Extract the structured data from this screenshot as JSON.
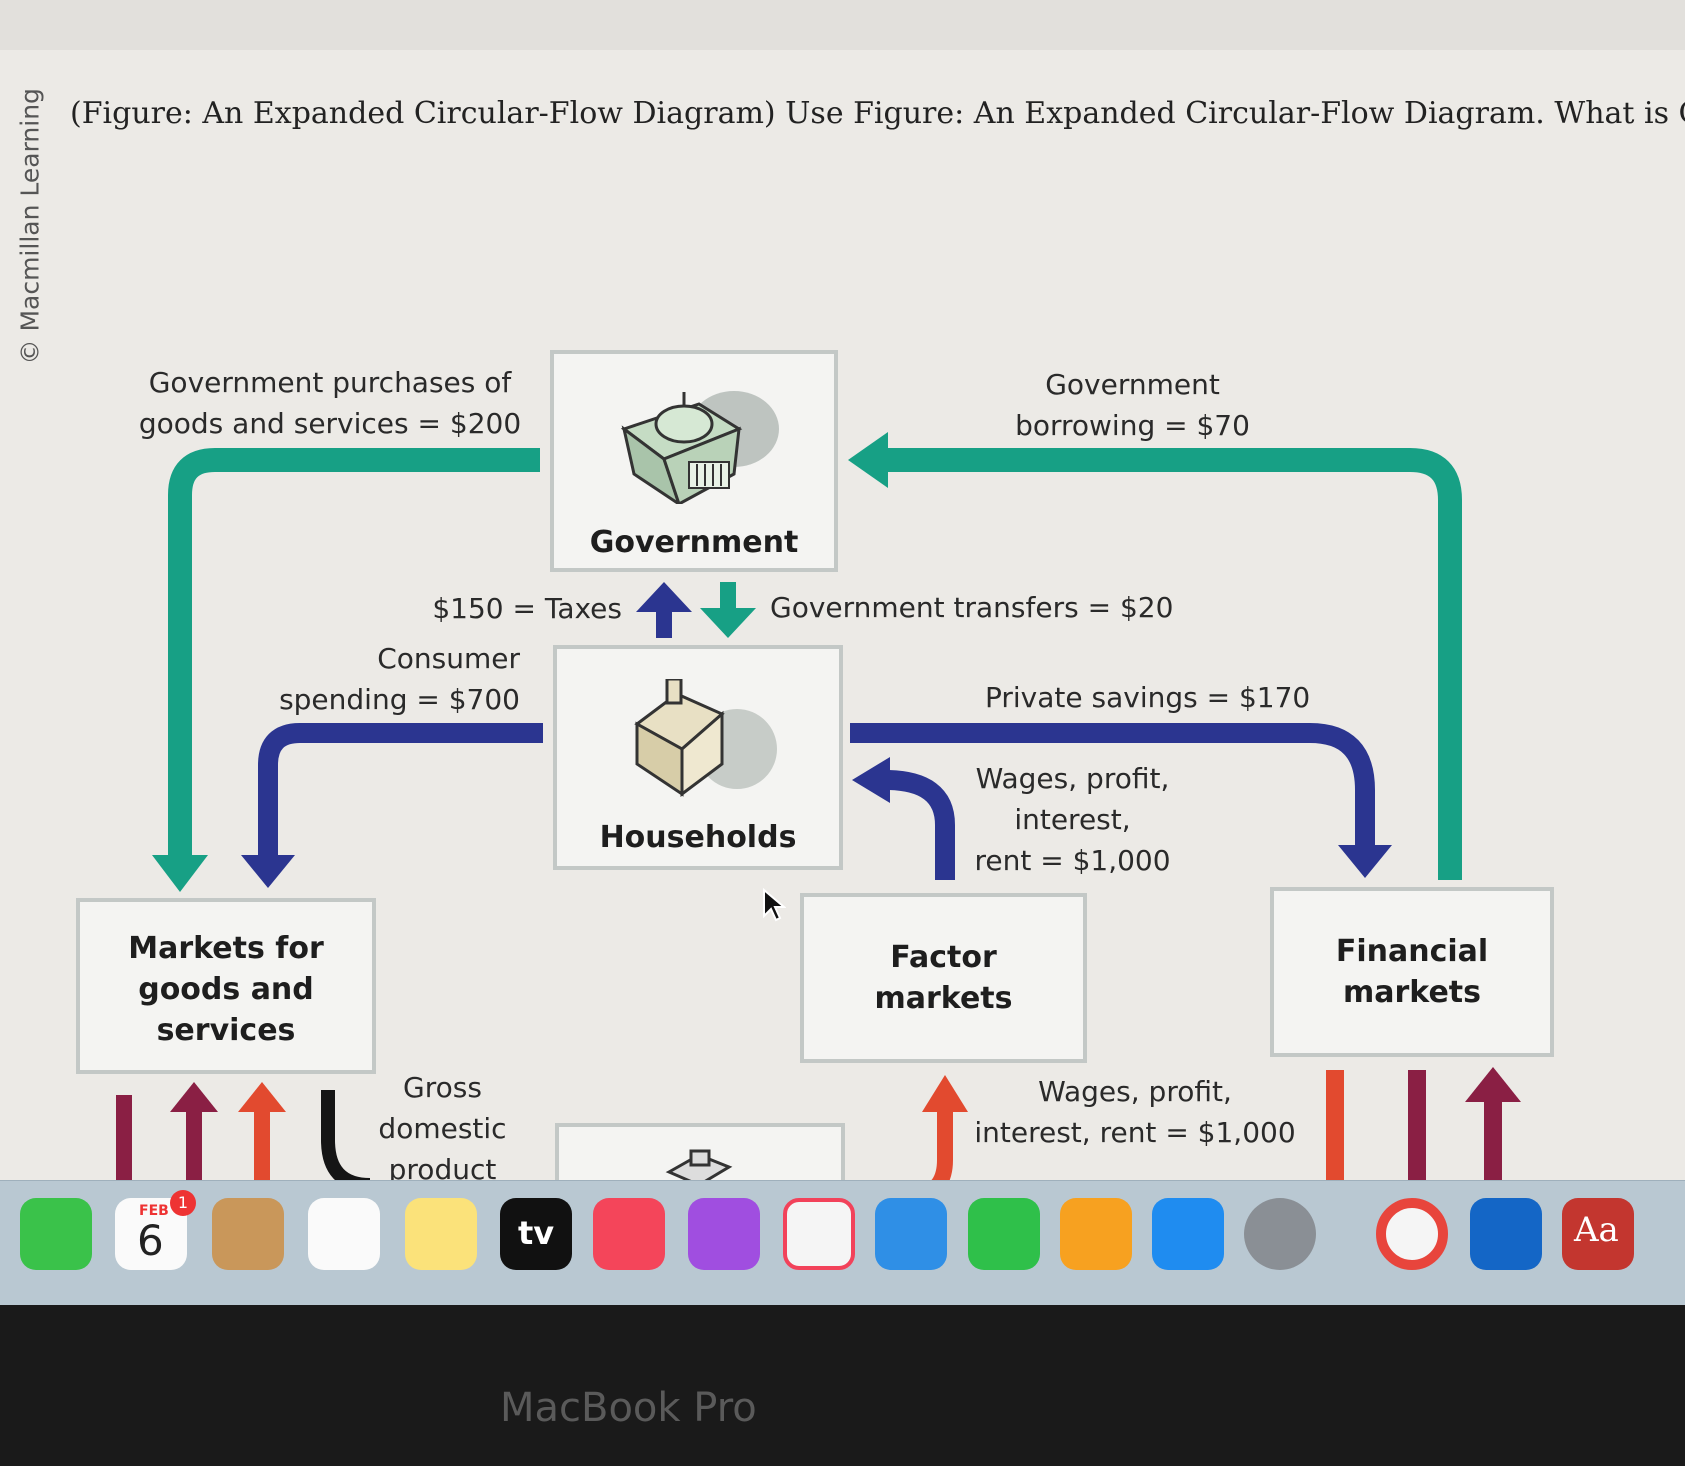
{
  "question": "(Figure: An Expanded Circular-Flow Diagram) Use Figure: An Expanded Circular-Flow Diagram. What is GDP?",
  "copyright": "© Macmillan Learning",
  "boxes": {
    "government": "Government",
    "households": "Households",
    "goods_markets": "Markets for\ngoods and\nservices",
    "factor_markets": "Factor\nmarkets",
    "financial_markets": "Financial\nmarkets"
  },
  "flows": {
    "gov_purchases": "Government purchases of\ngoods and services = $200",
    "gov_borrowing": "Government\nborrowing = $70",
    "taxes": "$150 = Taxes",
    "transfers": "Government transfers = $20",
    "consumer_spending": "Consumer\nspending = $700",
    "private_savings": "Private savings = $170",
    "wages_households": "Wages, profit,\ninterest,\nrent = $1,000",
    "wages_factor": "Wages, profit,\ninterest, rent = $1,000",
    "gdp": "Gross\ndomestic\nproduct"
  },
  "colors": {
    "teal": "#17a085",
    "navy": "#2b3590",
    "red": "#e24a2f",
    "maroon": "#8a1f44",
    "black": "#151515"
  },
  "dock": {
    "calendar_month": "FEB",
    "calendar_day": "6",
    "calendar_badge": "1",
    "tv_label": "tv",
    "dictionary_label": "Aa",
    "icons": [
      "facetime-icon",
      "calendar-icon",
      "contacts-icon",
      "reminders-icon",
      "notes-icon",
      "apple-tv-icon",
      "music-icon",
      "podcasts-icon",
      "news-icon",
      "keynote-icon",
      "numbers-icon",
      "pages-icon",
      "app-store-icon",
      "system-settings-icon",
      "chrome-icon",
      "outlook-icon",
      "dictionary-icon"
    ]
  },
  "bezel_label": "MacBook Pro"
}
